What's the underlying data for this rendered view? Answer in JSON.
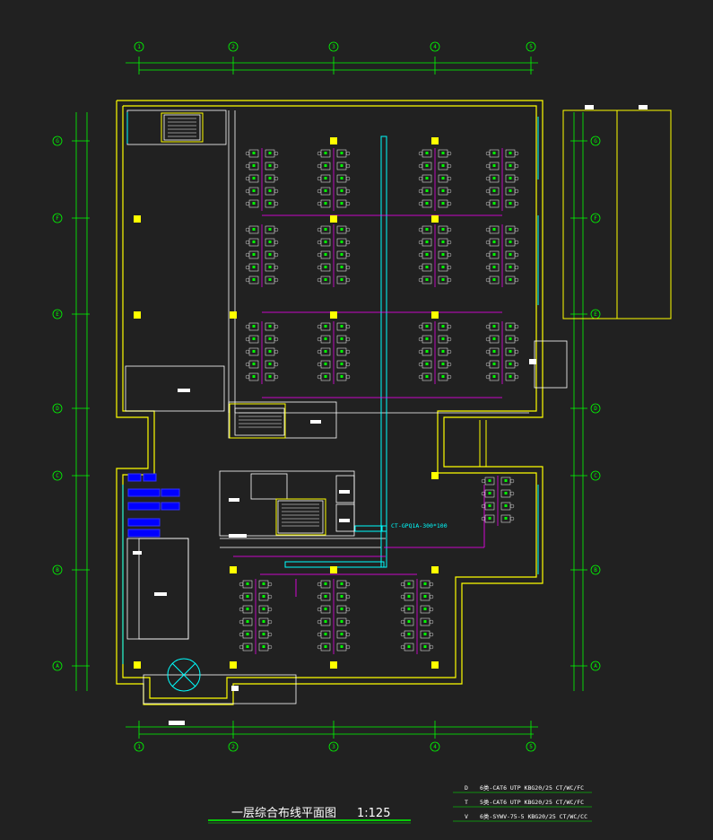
{
  "drawing": {
    "title": "一层综合布线平面图",
    "scale": "1:125",
    "tray_label": "CT-GPQ1A-300*100"
  },
  "legend": [
    {
      "symbol": "D",
      "text": "6类-CAT6 UTP KBG20/25 CT/WC/FC"
    },
    {
      "symbol": "T",
      "text": "5类-CAT6 UTP KBG20/25 CT/WC/FC"
    },
    {
      "symbol": "V",
      "text": "6类-SYWV-75-5 KBG20/25 CT/WC/CC"
    }
  ],
  "axes": {
    "columns": [
      "1",
      "2",
      "3",
      "4",
      "5"
    ],
    "rows": [
      "A",
      "B",
      "C",
      "D",
      "E",
      "F",
      "G"
    ]
  },
  "colors": {
    "background": "#212121",
    "wall": "#ffff00",
    "tray": "#00ffff",
    "cable": "#ff00ff",
    "annotation": "#00ff00",
    "riser": "#0000ff",
    "outlet": "#ffff00"
  }
}
